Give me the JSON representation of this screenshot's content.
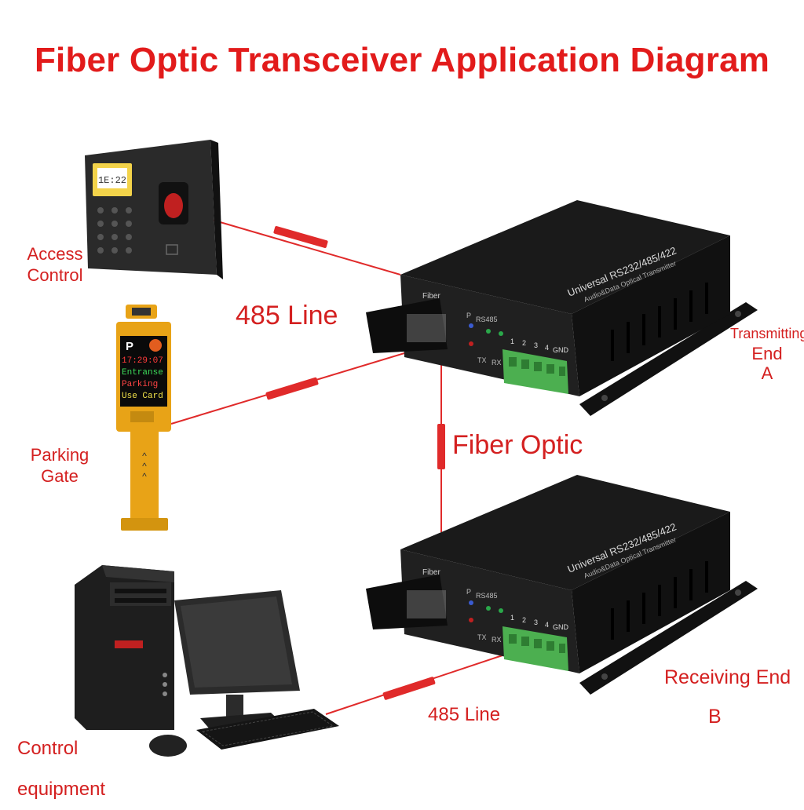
{
  "title": "Fiber Optic Transceiver Application Diagram",
  "labels": {
    "access_control": [
      "Access",
      "Control"
    ],
    "parking_gate": [
      "Parking",
      "Gate"
    ],
    "control_equipment": [
      "Control",
      "equipment"
    ],
    "line_485_top": "485 Line",
    "line_485_bottom": "485 Line",
    "fiber_optic": "Fiber Optic",
    "transmitting_end": [
      "Transmitting",
      "End",
      "A"
    ],
    "receiving_end": [
      "Receiving End",
      "B"
    ]
  },
  "devices": {
    "transceiver_label": "Universal RS232/485/422",
    "transceiver_sub": "Audio&Data Optical Transmitter",
    "fiber_port_label": "Fiber",
    "terminal_numbers": [
      "1",
      "2",
      "3",
      "4",
      "GND"
    ],
    "led_labels": [
      "P",
      "RS485",
      "TX",
      "RX"
    ],
    "access_display": "1E:22",
    "parking_sign": [
      "P",
      "17:29:07",
      "Entranse",
      "Parking",
      "Use Card"
    ]
  },
  "colors": {
    "accent": "#e21b1b",
    "wire": "#e02a2a",
    "device_body": "#1c1c1c",
    "terminal_green": "#4caf50",
    "gate_yellow": "#e8a317"
  }
}
